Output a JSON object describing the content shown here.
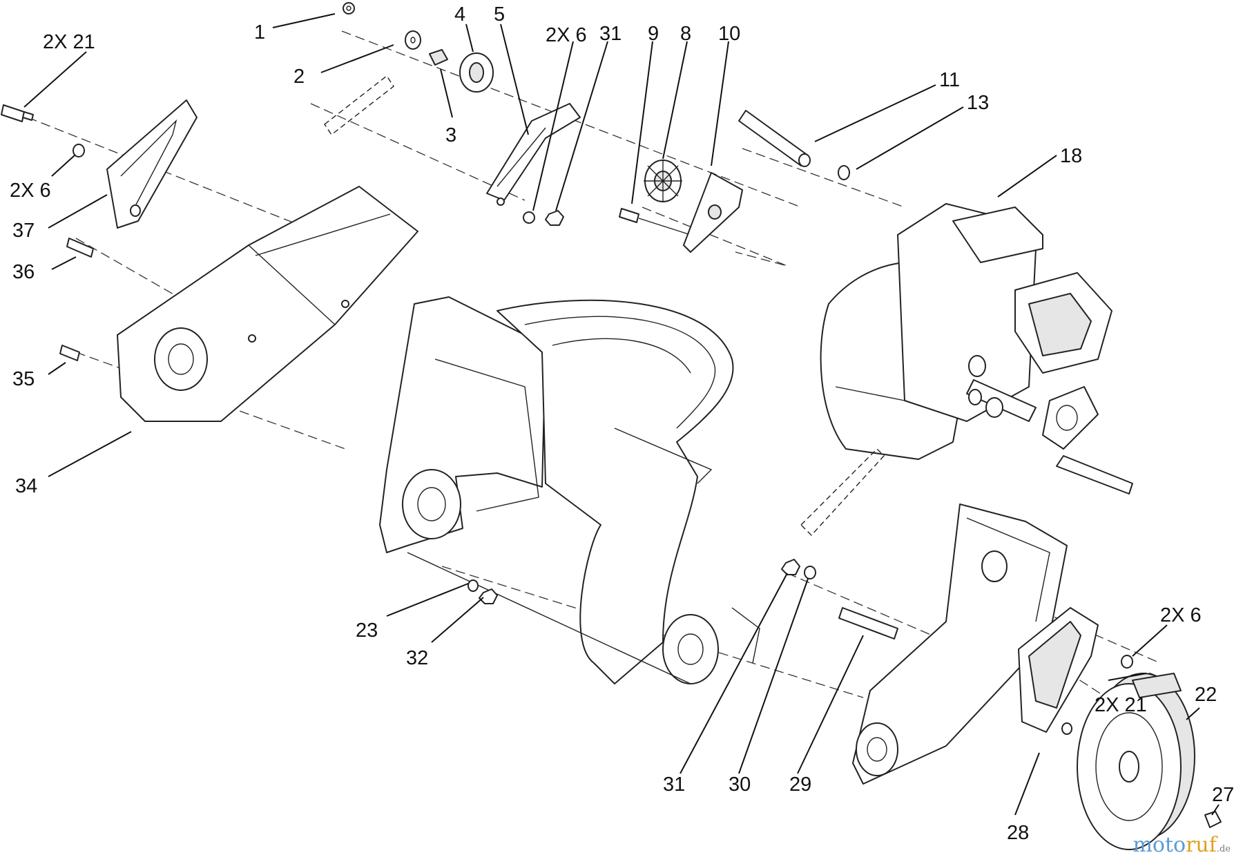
{
  "callouts": [
    {
      "id": "c1",
      "label": "1"
    },
    {
      "id": "c2",
      "label": "2"
    },
    {
      "id": "c3",
      "label": "3"
    },
    {
      "id": "c4",
      "label": "4"
    },
    {
      "id": "c5",
      "label": "5"
    },
    {
      "id": "c6a",
      "label": "2X 6"
    },
    {
      "id": "c31a",
      "label": "31"
    },
    {
      "id": "c9",
      "label": "9"
    },
    {
      "id": "c8",
      "label": "8"
    },
    {
      "id": "c10",
      "label": "10"
    },
    {
      "id": "c11",
      "label": "11"
    },
    {
      "id": "c13",
      "label": "13"
    },
    {
      "id": "c18",
      "label": "18"
    },
    {
      "id": "c21a",
      "label": "2X 21"
    },
    {
      "id": "c6b",
      "label": "2X 6"
    },
    {
      "id": "c37",
      "label": "37"
    },
    {
      "id": "c36",
      "label": "36"
    },
    {
      "id": "c35",
      "label": "35"
    },
    {
      "id": "c34",
      "label": "34"
    },
    {
      "id": "c23",
      "label": "23"
    },
    {
      "id": "c32",
      "label": "32"
    },
    {
      "id": "c31b",
      "label": "31"
    },
    {
      "id": "c30",
      "label": "30"
    },
    {
      "id": "c29",
      "label": "29"
    },
    {
      "id": "c28",
      "label": "28"
    },
    {
      "id": "c6c",
      "label": "2X 6"
    },
    {
      "id": "c21b",
      "label": "2X 21"
    },
    {
      "id": "c22",
      "label": "22"
    },
    {
      "id": "c27",
      "label": "27"
    }
  ],
  "watermark": {
    "brand_a": "moto",
    "brand_b": "ruf",
    "tld": ".de"
  }
}
